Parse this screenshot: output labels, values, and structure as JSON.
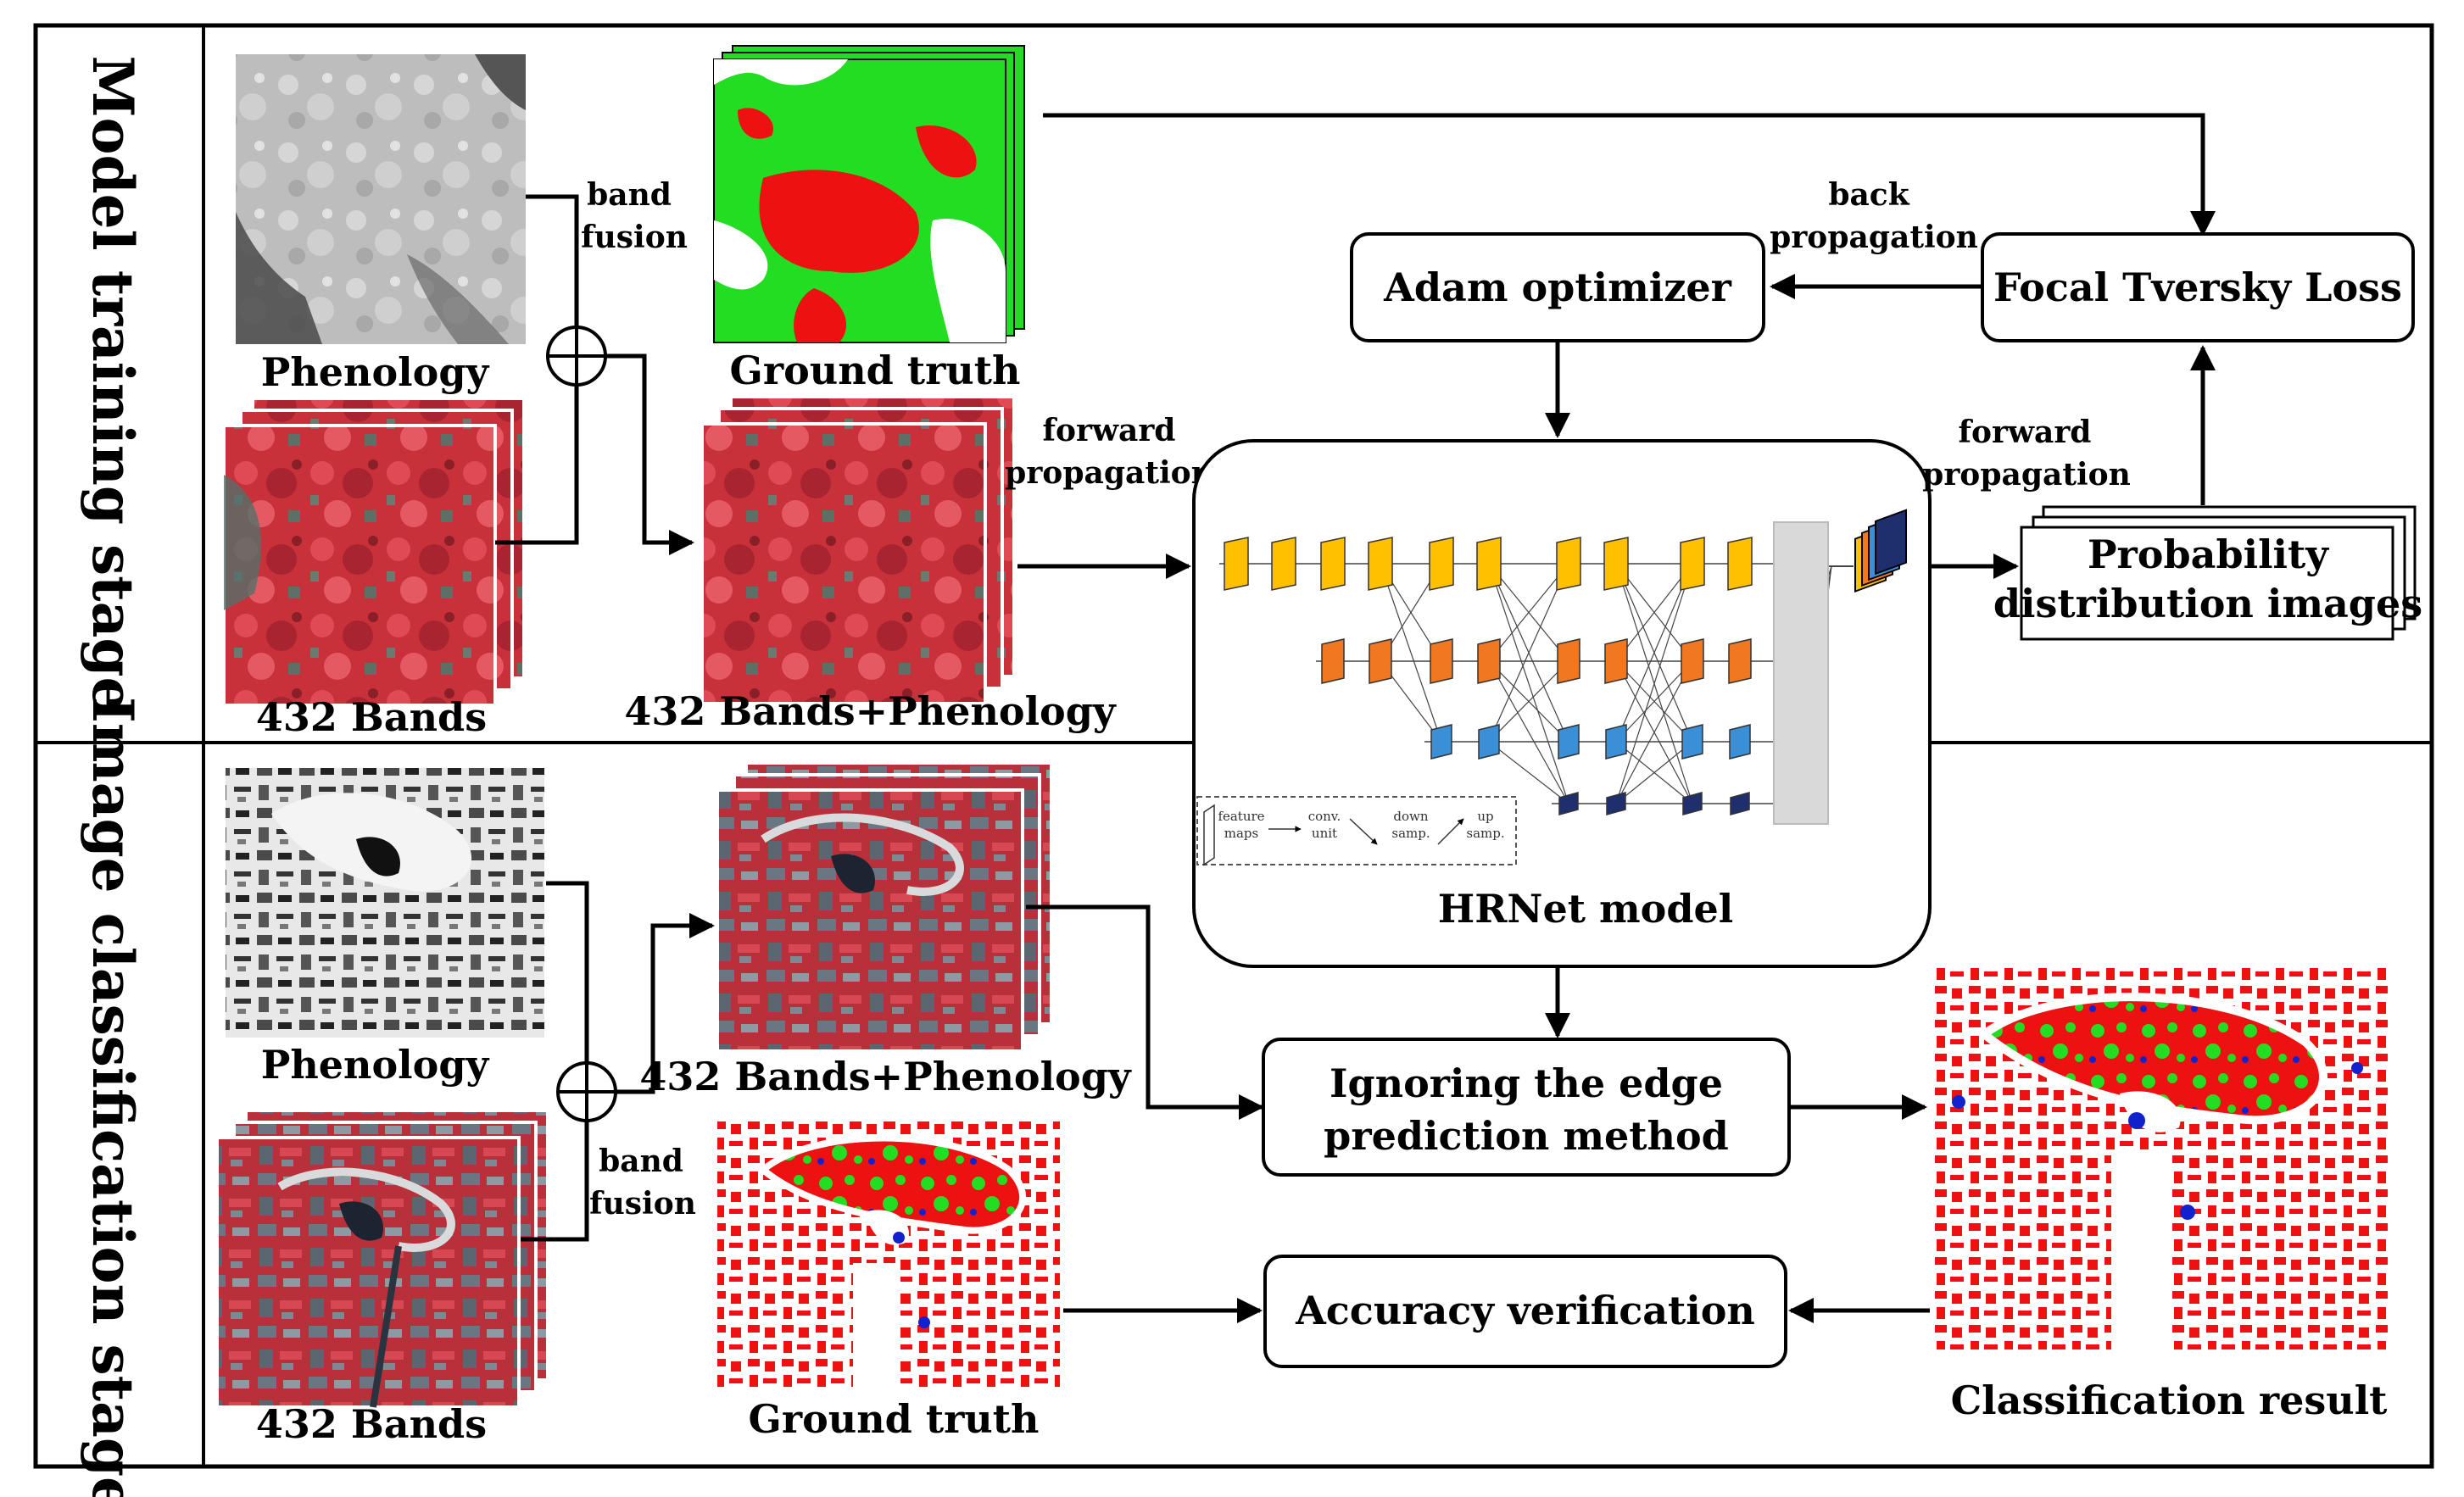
{
  "stages": {
    "training": "Model training stage",
    "classification": "Image classification stage"
  },
  "training": {
    "phenology_label": "Phenology",
    "bands_label": "432 Bands",
    "fusion_label_1": "band",
    "fusion_label_2": "fusion",
    "ground_truth_label": "Ground truth",
    "fused_label": "432 Bands+Phenology",
    "forward1_a": "forward",
    "forward1_b": "propagation",
    "forward2_a": "forward",
    "forward2_b": "propagation",
    "back_a": "back",
    "back_b": "propagation",
    "adam": "Adam optimizer",
    "focal": "Focal Tversky Loss",
    "prob_1": "Probability",
    "prob_2": "distribution images"
  },
  "model": {
    "name": "HRNet model",
    "legend": {
      "feature_1": "feature",
      "feature_2": "maps",
      "conv_1": "conv.",
      "conv_2": "unit",
      "down_1": "down",
      "down_2": "samp.",
      "up_1": "up",
      "up_2": "samp."
    }
  },
  "classification": {
    "phenology_label": "Phenology",
    "bands_label": "432 Bands",
    "fusion_label_1": "band",
    "fusion_label_2": "fusion",
    "fused_label": "432 Bands+Phenology",
    "ground_truth_label": "Ground truth",
    "ignore_1": "Ignoring the edge",
    "ignore_2": "prediction method",
    "accuracy": "Accuracy verification",
    "result_label": "Classification result"
  },
  "colors": {
    "vegetation_red": "#d8323c",
    "truth_green": "#22dd22",
    "truth_red": "#ee1111",
    "water_blue": "#1122cc",
    "hr_yellow": "#ffc000",
    "hr_orange": "#f07820",
    "hr_blue": "#3a8fd6",
    "hr_navy": "#1f2f6e"
  }
}
